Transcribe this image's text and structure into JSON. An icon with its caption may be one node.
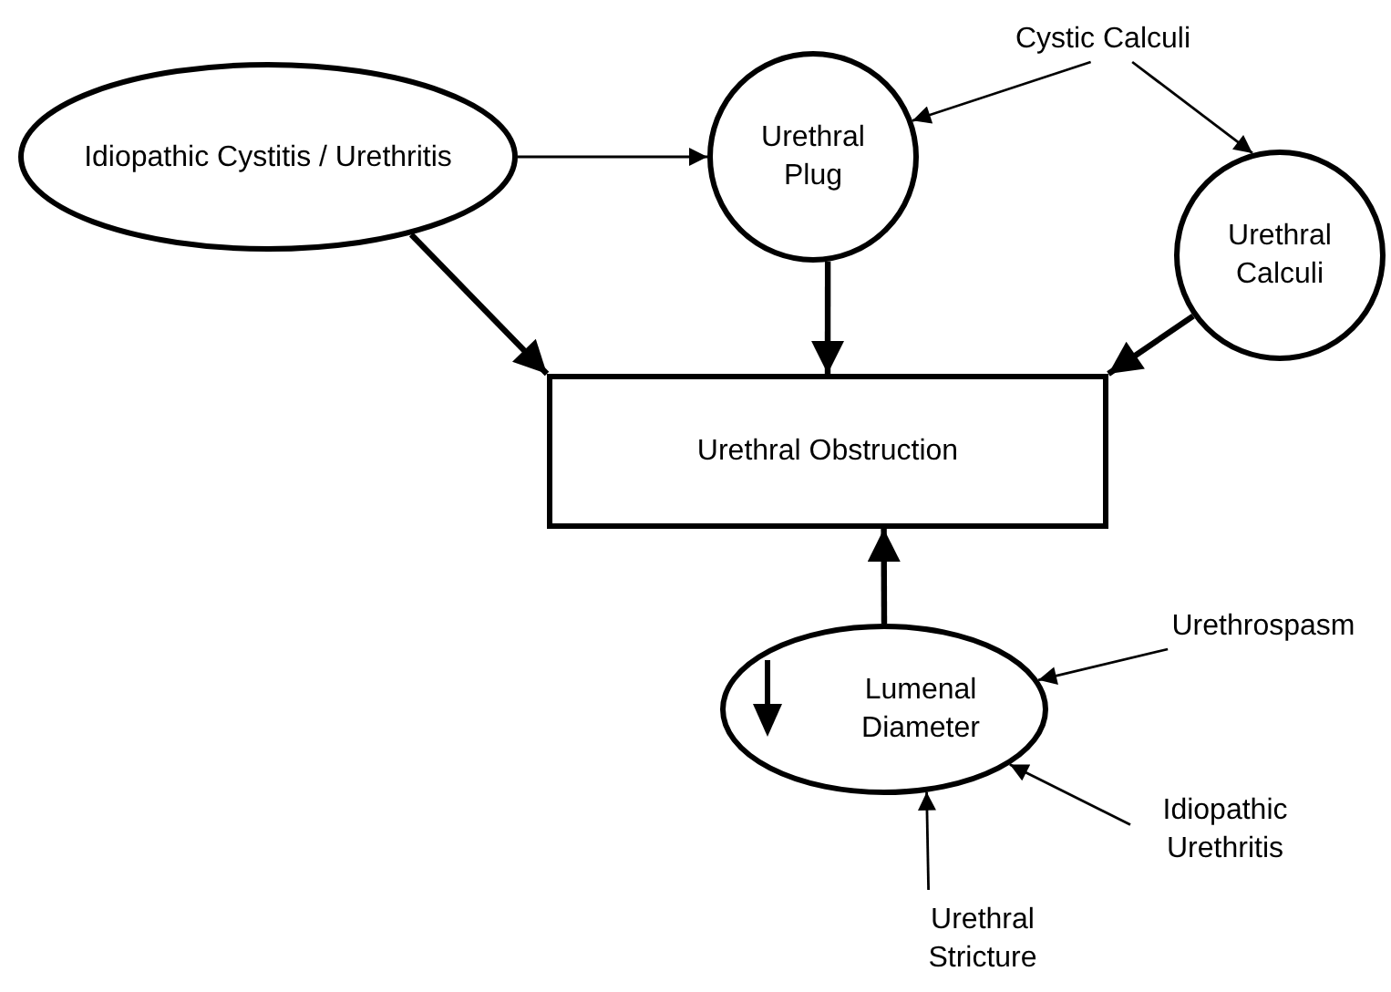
{
  "diagram": {
    "nodes": [
      {
        "text": [
          "Idiopathic Cystitis / Urethritis"
        ]
      },
      {
        "text": [
          "Urethral Plug"
        ]
      },
      {
        "text": [
          "Cystic Calculi"
        ]
      },
      {
        "text": [
          "Urethral Calculi"
        ]
      },
      {
        "text": [
          "Urethral Obstruction"
        ]
      },
      {
        "text": [
          "Lumenal Diameter"
        ]
      },
      {
        "text": [
          "Urethrospasm"
        ]
      },
      {
        "text": [
          "Idiopathic Urethritis"
        ]
      },
      {
        "text": [
          "Urethral Stricture"
        ]
      }
    ],
    "edges": [
      {
        "from": 0,
        "to": 1,
        "arrow": "to"
      },
      {
        "from": 2,
        "to": 1,
        "arrow": "to"
      },
      {
        "from": 2,
        "to": 3,
        "arrow": "to"
      },
      {
        "from": 0,
        "to": 4,
        "arrow": "to",
        "style": "thick"
      },
      {
        "from": 1,
        "to": 4,
        "arrow": "to",
        "style": "thick"
      },
      {
        "from": 3,
        "to": 4,
        "arrow": "to",
        "style": "thick"
      },
      {
        "from": 5,
        "to": 4,
        "arrow": "to",
        "style": "thick"
      },
      {
        "from": 6,
        "to": 5,
        "arrow": "to"
      },
      {
        "from": 7,
        "to": 5,
        "arrow": "to"
      },
      {
        "from": 8,
        "to": 5,
        "arrow": "to"
      }
    ]
  }
}
